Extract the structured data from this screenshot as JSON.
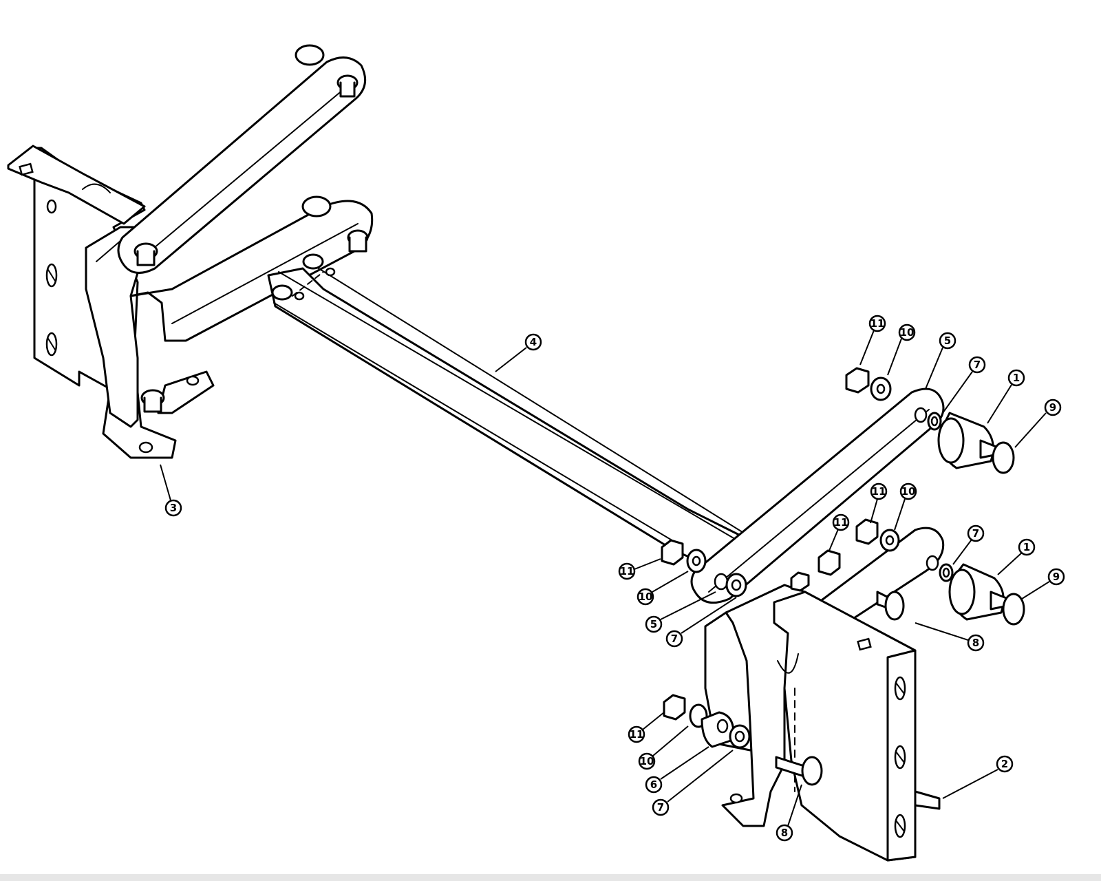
{
  "diagram": {
    "callouts": [
      {
        "id": "c1",
        "label": "11"
      },
      {
        "id": "c2",
        "label": "10"
      },
      {
        "id": "c3",
        "label": "5"
      },
      {
        "id": "c4",
        "label": "7"
      },
      {
        "id": "c5",
        "label": "1"
      },
      {
        "id": "c6",
        "label": "9"
      },
      {
        "id": "c7",
        "label": "4"
      },
      {
        "id": "c8",
        "label": "3"
      },
      {
        "id": "c9",
        "label": "11"
      },
      {
        "id": "c10",
        "label": "10"
      },
      {
        "id": "c11",
        "label": "11"
      },
      {
        "id": "c12",
        "label": "7"
      },
      {
        "id": "c13",
        "label": "1"
      },
      {
        "id": "c14",
        "label": "9"
      },
      {
        "id": "c15",
        "label": "11"
      },
      {
        "id": "c16",
        "label": "10"
      },
      {
        "id": "c17",
        "label": "5"
      },
      {
        "id": "c18",
        "label": "7"
      },
      {
        "id": "c19",
        "label": "8"
      },
      {
        "id": "c20",
        "label": "11"
      },
      {
        "id": "c21",
        "label": "10"
      },
      {
        "id": "c22",
        "label": "6"
      },
      {
        "id": "c23",
        "label": "7"
      },
      {
        "id": "c24",
        "label": "2"
      },
      {
        "id": "c25",
        "label": "8"
      }
    ]
  }
}
